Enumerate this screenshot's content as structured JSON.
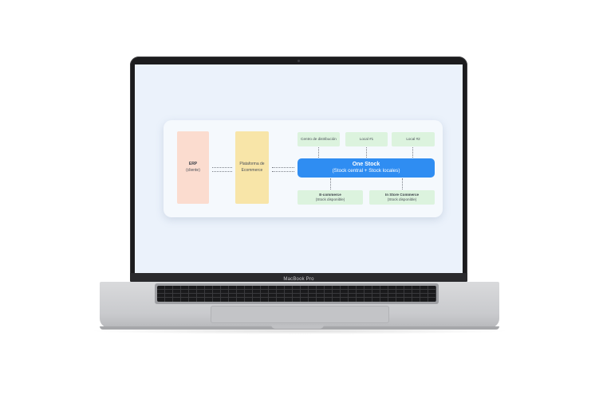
{
  "device": {
    "model_label": "MacBook Pro"
  },
  "diagram": {
    "erp": {
      "title": "ERP",
      "subtitle": "(cliente)",
      "color": "#fbdccf"
    },
    "platform": {
      "label": "Plataforma de Ecommerce",
      "color": "#f8e5a8"
    },
    "sources": [
      {
        "label": "Centro de distribución"
      },
      {
        "label": "Local #1"
      },
      {
        "label": "Local #2"
      }
    ],
    "hub": {
      "title": "One Stock",
      "subtitle": "(Stock central + Stock locales)",
      "color": "#2f8df2"
    },
    "outputs": [
      {
        "title": "E-commerce",
        "subtitle": "(Stock disponible)"
      },
      {
        "title": "In Store Commerce",
        "subtitle": "(Stock disponible)"
      }
    ],
    "source_color": "#dcf3de",
    "background_color": "#ebf2fb"
  }
}
